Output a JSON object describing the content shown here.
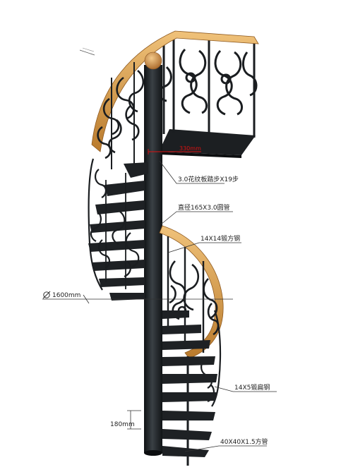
{
  "labels": {
    "tread": "3.0花纹板踏步X19步",
    "pipe": "直径165X3.0圆管",
    "square_bar": "14X14锻方钢",
    "diameter": "1600mm",
    "flat_bar": "14X5锻扁钢",
    "rise": "180mm",
    "square_tube": "40X40X1.5方管",
    "red_dim": "330mm"
  },
  "colors": {
    "handrail": "#d49a45",
    "steel": "#1f2326",
    "dim_red": "#dd1111"
  }
}
